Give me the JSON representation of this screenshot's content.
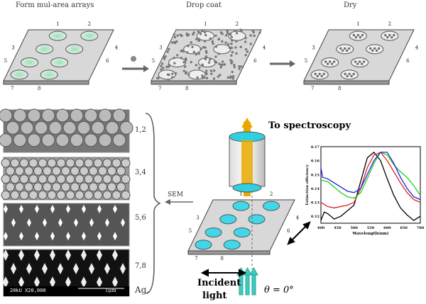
{
  "steps": [
    {
      "title": "Form mul-area arrays"
    },
    {
      "title": "Drop coat"
    },
    {
      "title": "Dry"
    }
  ],
  "spot_labels": [
    "1",
    "2",
    "3",
    "4",
    "5",
    "6",
    "7",
    "8"
  ],
  "sem": {
    "labels": [
      "1,2",
      "3,4",
      "5,6",
      "7,8"
    ],
    "arrow_label": "SEM",
    "scale_text": "20kU  X20,000",
    "scale_bar": "1μm",
    "material": "Ag,"
  },
  "setup": {
    "to_spectroscopy": "To spectroscopy",
    "incident": "Incident",
    "light": "light",
    "angle": "θ = 0°"
  },
  "chart_data": {
    "type": "line",
    "xlabel": "Wavelength(nm)",
    "ylabel": "Extinction efficiency",
    "xlim": [
      400,
      700
    ],
    "ylim": [
      0.115,
      0.17
    ],
    "xticks": [
      "400",
      "450",
      "500",
      "550",
      "600",
      "650",
      "700"
    ],
    "yticks": [
      "0.12",
      "0.13",
      "0.14",
      "0.15",
      "0.16",
      "0.17"
    ],
    "series": [
      {
        "name": "black",
        "color": "#000000",
        "x": [
          400,
          410,
          420,
          440,
          460,
          480,
          500,
          520,
          540,
          560,
          580,
          600,
          620,
          640,
          660,
          680,
          700
        ],
        "y": [
          0.117,
          0.123,
          0.122,
          0.118,
          0.12,
          0.124,
          0.128,
          0.145,
          0.162,
          0.166,
          0.16,
          0.147,
          0.135,
          0.126,
          0.121,
          0.117,
          0.12
        ]
      },
      {
        "name": "red",
        "color": "#e02020",
        "x": [
          400,
          420,
          440,
          460,
          480,
          500,
          520,
          540,
          560,
          580,
          600,
          620,
          640,
          660,
          680,
          700
        ],
        "y": [
          0.13,
          0.127,
          0.126,
          0.127,
          0.128,
          0.13,
          0.14,
          0.155,
          0.164,
          0.166,
          0.16,
          0.152,
          0.144,
          0.137,
          0.132,
          0.13
        ]
      },
      {
        "name": "green",
        "color": "#20d020",
        "x": [
          400,
          420,
          440,
          460,
          480,
          500,
          520,
          540,
          560,
          580,
          600,
          620,
          640,
          660,
          680,
          700
        ],
        "y": [
          0.146,
          0.145,
          0.141,
          0.137,
          0.134,
          0.133,
          0.137,
          0.147,
          0.158,
          0.166,
          0.164,
          0.157,
          0.152,
          0.148,
          0.142,
          0.135
        ]
      },
      {
        "name": "blue",
        "color": "#2020e0",
        "x": [
          400,
          405,
          420,
          440,
          460,
          480,
          500,
          520,
          540,
          560,
          580,
          600,
          620,
          640,
          660,
          680,
          700
        ],
        "y": [
          0.155,
          0.148,
          0.147,
          0.144,
          0.141,
          0.138,
          0.137,
          0.14,
          0.15,
          0.16,
          0.166,
          0.166,
          0.158,
          0.148,
          0.14,
          0.134,
          0.132
        ]
      }
    ]
  }
}
